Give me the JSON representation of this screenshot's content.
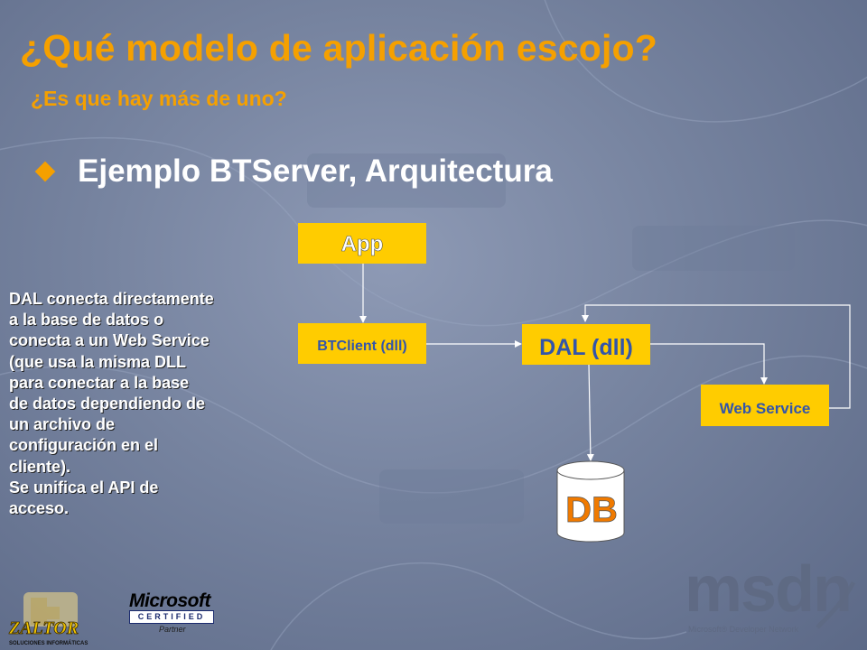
{
  "title": "¿Qué modelo de aplicación escojo?",
  "subtitle": "¿Es que hay más de uno?",
  "bullet": "Ejemplo BTServer, Arquitectura",
  "note_lines": [
    "DAL conecta directamente",
    "a la base de datos o",
    "conecta a un Web Service",
    "(que usa la misma DLL",
    "para conectar a la base",
    "de datos dependiendo de",
    "un archivo de",
    "configuración en el",
    "cliente).",
    "Se unifica el API de",
    "acceso."
  ],
  "diagram": {
    "nodes": {
      "app": "App",
      "btclient": "BTClient (dll)",
      "dal": "DAL (dll)",
      "webservice": "Web Service",
      "db": "DB"
    },
    "colors": {
      "box_fill": "#ffcc00",
      "app_text": "#ffffff",
      "node_text": "#3355aa",
      "db_text": "#f07a00",
      "db_fill": "#ffffff",
      "arrow": "#ffffff"
    }
  },
  "logos": {
    "msdn": "msdn",
    "msdn_subtitle": "Microsoft® Developer Network",
    "microsoft": "Microsoft",
    "certified": "CERTIFIED",
    "partner": "Partner",
    "zaltor": "ZALTOR",
    "zaltor_subtitle": "SOLUCIONES INFORMÁTICAS"
  }
}
